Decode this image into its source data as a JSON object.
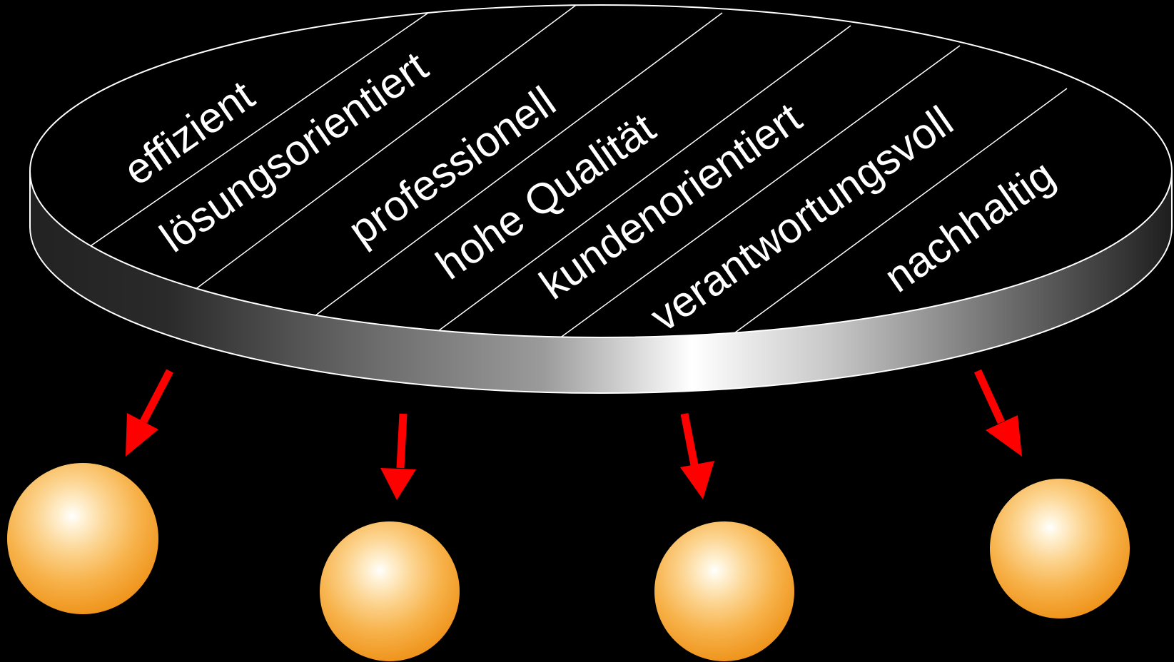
{
  "diagram": {
    "segments": [
      "effizient",
      "lösungsorientiert",
      "professionell",
      "hohe Qualität",
      "kundenorientiert",
      "verantwortungsvoll",
      "nachhaltig"
    ],
    "colors": {
      "background": "#000000",
      "disc_top": "#000000",
      "outline": "#ffffff",
      "arrow": "#ff0000",
      "sphere_highlight": "#ffffff",
      "sphere_base": "#f39a1e"
    },
    "sphere_count": 4,
    "arrow_count": 4
  }
}
